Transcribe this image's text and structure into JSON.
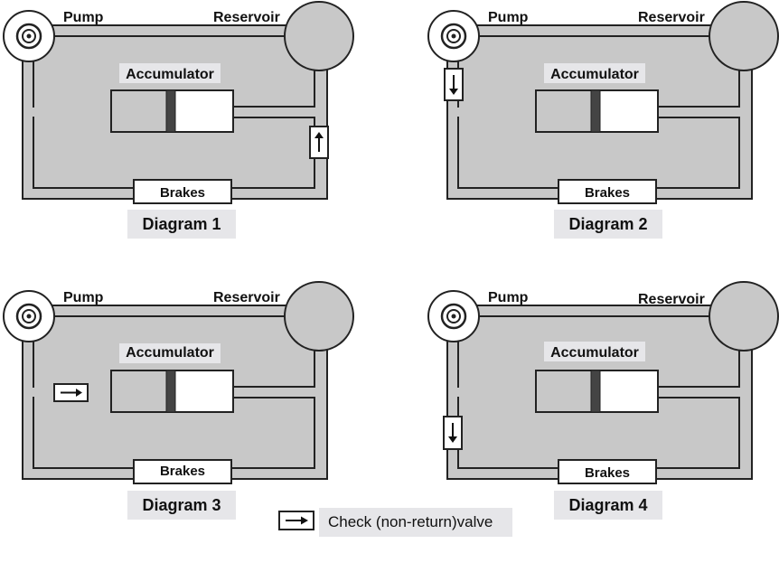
{
  "labels": {
    "pump": "Pump",
    "reservoir": "Reservoir",
    "accumulator": "Accumulator",
    "brakes": "Brakes"
  },
  "diagrams": [
    {
      "caption": "Diagram 1",
      "valve_position": "reservoir-return-line",
      "valve_direction": "up"
    },
    {
      "caption": "Diagram 2",
      "valve_position": "pump-outlet-line",
      "valve_direction": "down"
    },
    {
      "caption": "Diagram  3",
      "valve_position": "accumulator-inlet-line",
      "valve_direction": "right"
    },
    {
      "caption": "Diagram 4",
      "valve_position": "brakes-supply-line",
      "valve_direction": "down"
    }
  ],
  "legend": {
    "text": "Check (non-return)valve",
    "icon": "arrow-right-icon"
  },
  "colors": {
    "panel": "#c8c8c8",
    "line": "#222222",
    "caption_bg": "#e6e6e9"
  }
}
